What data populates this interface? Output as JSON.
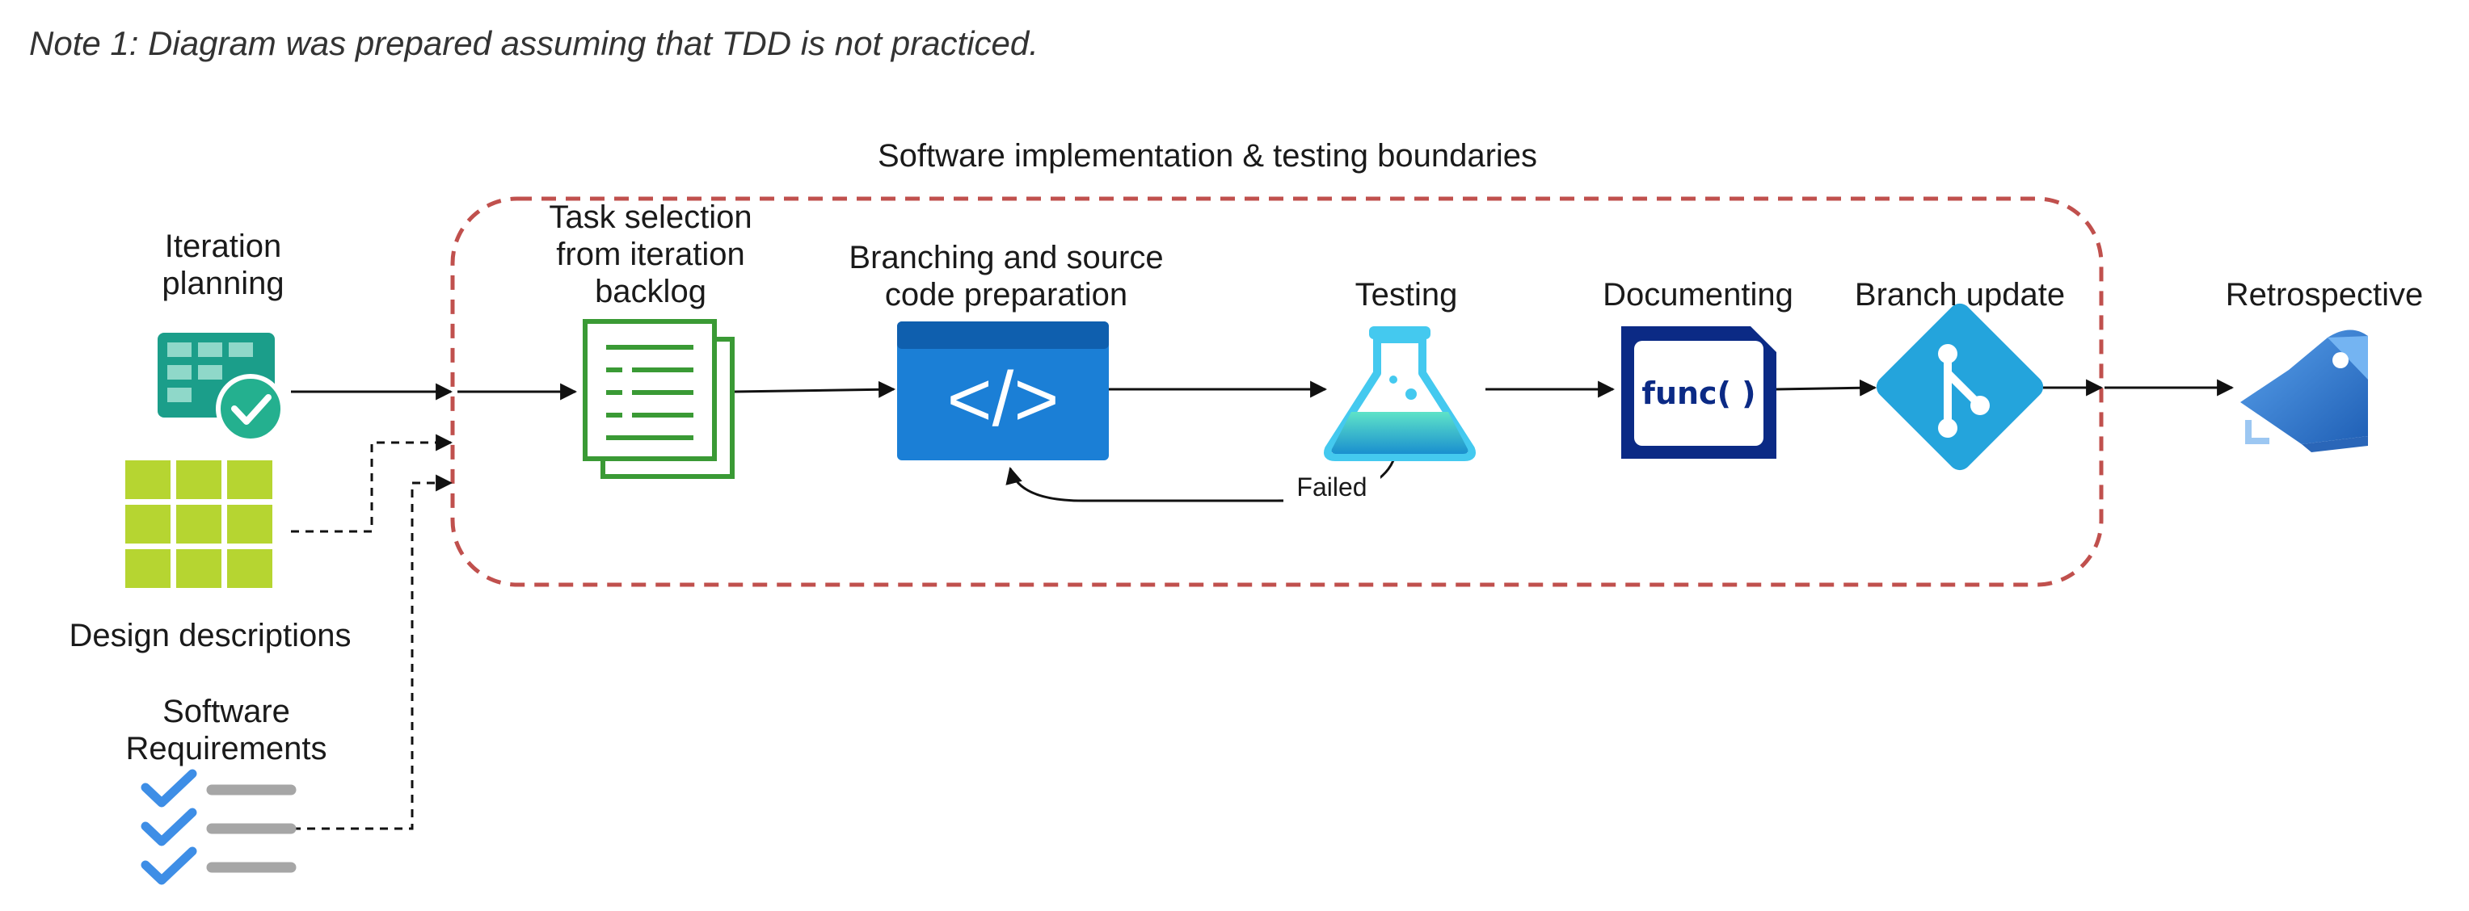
{
  "note": "Note 1: Diagram was prepared assuming that TDD is not practiced.",
  "boundary_label": "Software implementation & testing boundaries",
  "inputs": {
    "iteration_planning": "Iteration\nplanning",
    "design_descriptions": "Design descriptions",
    "software_requirements": "Software\nRequirements"
  },
  "steps": {
    "task_selection": "Task selection\nfrom iteration\nbacklog",
    "branching": "Branching and source\ncode preparation",
    "testing": "Testing",
    "documenting": "Documenting",
    "branch_update": "Branch update",
    "retrospective": "Retrospective"
  },
  "feedback_label": "Failed",
  "code_icon_text": "</>",
  "func_icon_text": "func( )",
  "colors": {
    "boundary": "#c0504d",
    "arrow": "#111111",
    "azure_blue": "#1b7fd6",
    "teal": "#1b9e8a",
    "lime": "#b6d531",
    "doc_green": "#3a9a35",
    "func_navy": "#0b2a85",
    "git_blue": "#24a4dc",
    "flask_cyan": "#44c9ef",
    "check_blue": "#3e8ee6",
    "line_gray": "#a6a6a6"
  }
}
